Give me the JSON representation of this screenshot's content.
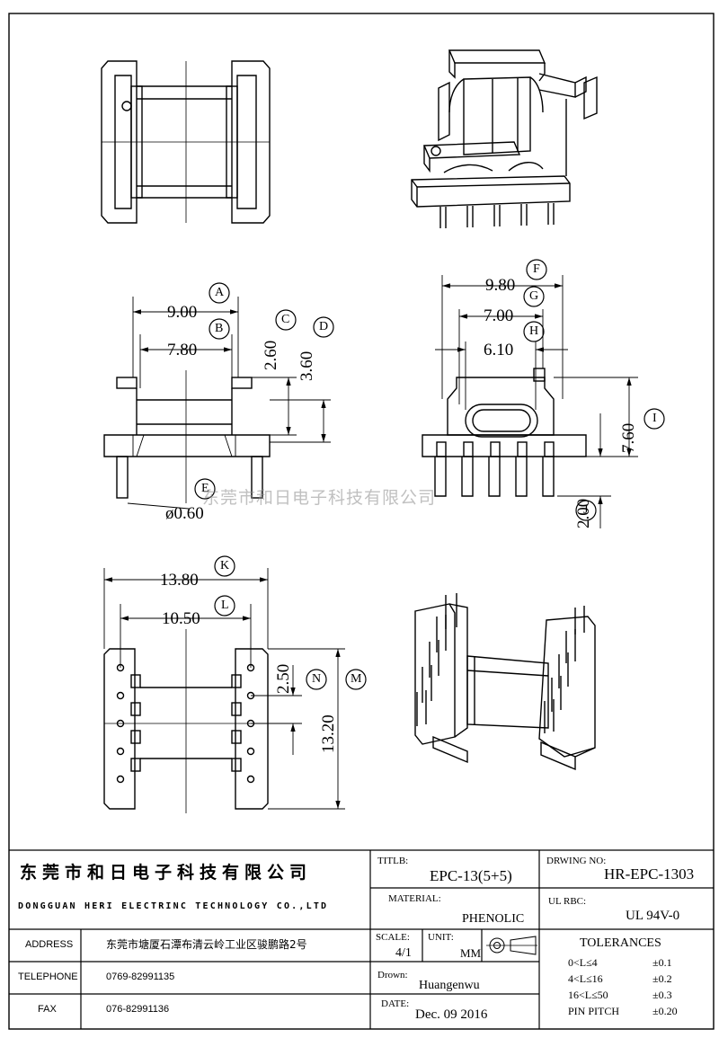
{
  "dims": {
    "a_val": "9.00",
    "a_tag": "A",
    "b_val": "7.80",
    "b_tag": "B",
    "c_val": "2.60",
    "c_tag": "C",
    "d_val": "3.60",
    "d_tag": "D",
    "e_val": "ø0.60",
    "e_tag": "E",
    "f_val": "9.80",
    "f_tag": "F",
    "g_val": "7.00",
    "g_tag": "G",
    "h_val": "6.10",
    "h_tag": "H",
    "i_val": "7.60",
    "i_tag": "I",
    "j_val": "2.00",
    "j_tag": "J",
    "k_val": "13.80",
    "k_tag": "K",
    "l_val": "10.50",
    "l_tag": "L",
    "n_val": "2.50",
    "n_tag": "N",
    "m_val": "13.20",
    "m_tag": "M"
  },
  "watermark": "东莞市和日电子科技有限公司",
  "title_block": {
    "company_cn": "东莞市和日电子科技有限公司",
    "company_en": "DONGGUAN HERI ELECTRINC TECHNOLOGY CO.,LTD",
    "address_label": "ADDRESS",
    "address_value": "东莞市塘厦石潭布清云岭工业区骏鹏路2号",
    "telephone_label": "TELEPHONE",
    "telephone_value": "0769-82991135",
    "fax_label": "FAX",
    "fax_value": "076-82991136",
    "title_label": "TITLB:",
    "title_value": "EPC-13(5+5)",
    "drawing_no_label": "DRWING NO:",
    "drawing_no_value": "HR-EPC-1303",
    "material_label": "MATERIAL:",
    "material_value": "PHENOLIC",
    "ul_label": "UL  RBC:",
    "ul_value": "UL 94V-0",
    "scale_label": "SCALE:",
    "scale_value": "4/1",
    "unit_label": "UNIT:",
    "unit_value": "MM",
    "tolerances_title": "TOLERANCES",
    "tol_rows": [
      {
        "range": "0<L≤4",
        "value": "±0.1"
      },
      {
        "range": "4<L≤16",
        "value": "±0.2"
      },
      {
        "range": "16<L≤50",
        "value": "±0.3"
      },
      {
        "range": "PIN PITCH",
        "value": "±0.20"
      }
    ],
    "drawn_label": "Drown:",
    "drawn_value": "Huangenwu",
    "date_label": "DATE:",
    "date_value": "Dec. 09 2016"
  }
}
